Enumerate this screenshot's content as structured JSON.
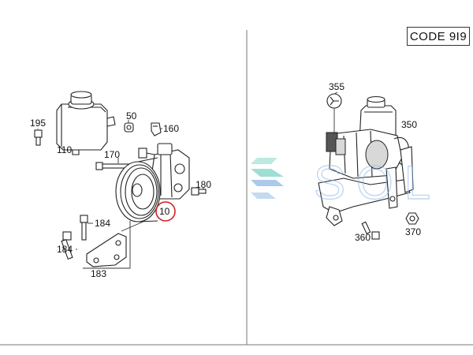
{
  "code_label": "CODE 9I9",
  "watermark": "SOL",
  "callouts": {
    "p195": "195",
    "p110": "110",
    "p50": "50",
    "p160": "160",
    "p170": "170",
    "p180": "180",
    "p10": "10",
    "p184a": "184",
    "p184b": "184",
    "p183": "183",
    "p355": "355",
    "p350": "350",
    "p360": "360",
    "p370": "370"
  },
  "colors": {
    "highlight_circle": "#d22020",
    "watermark_teal": "#7fd4c8",
    "watermark_blue": "#8fb8e6"
  }
}
